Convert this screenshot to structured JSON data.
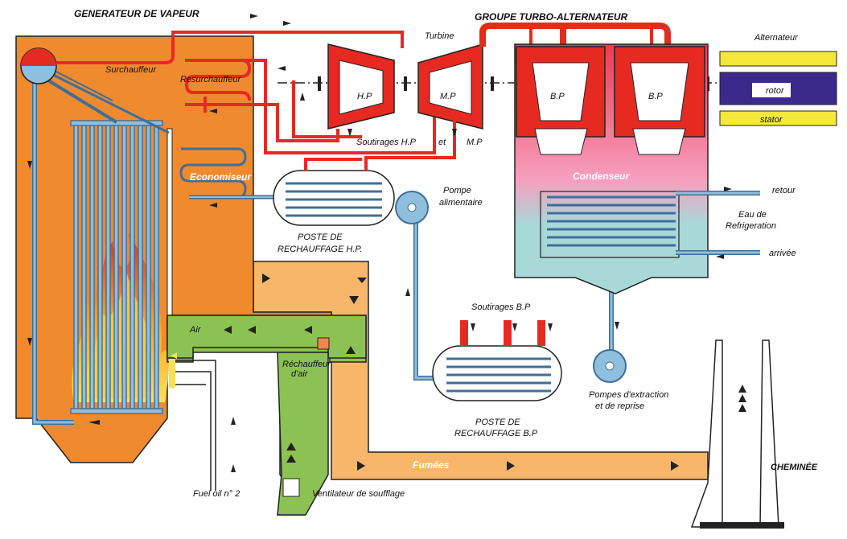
{
  "titles": {
    "steam_generator": "GENERATEUR DE VAPEUR",
    "turbo_group": "GROUPE TURBO-ALTERNATEUR"
  },
  "labels": {
    "turbine": "Turbine",
    "alternator": "Alternateur",
    "rotor": "rotor",
    "stator": "stator",
    "superheater": "Surchauffeur",
    "reheater": "Resurchauffeur",
    "economizer": "Economiseur",
    "hp": "H.P",
    "mp": "M.P",
    "bp1": "B.P",
    "bp2": "B.P",
    "extraction_hp": "Soutirages H.P",
    "extraction_et": "et",
    "extraction_mp": "M.P",
    "feed_pump_1": "Pompe",
    "feed_pump_2": "alimentaire",
    "hp_heater_1": "POSTE DE",
    "hp_heater_2": "RECHAUFFAGE H.P.",
    "condenser": "Condenseur",
    "return": "retour",
    "cooling_1": "Eau de",
    "cooling_2": "Refrigeration",
    "inlet": "arrivée",
    "extraction_bp": "Soutirages B.P",
    "lp_heater_1": "POSTE DE",
    "lp_heater_2": "RECHAUFFAGE B.P",
    "extraction_pumps_1": "Pompes d'extraction",
    "extraction_pumps_2": "et de reprise",
    "air": "Air",
    "air_heater_1": "Réchauffeur",
    "air_heater_2": "d'air",
    "flue_gas": "Fumées",
    "chimney": "CHEMINÉE",
    "fuel": "Fuel oil n° 2",
    "fan": "Ventilateur de soufflage"
  },
  "colors": {
    "boiler": "#ef8a2e",
    "flue": "#f7b66a",
    "steam": "#e62a22",
    "water": "#8fbfdc",
    "water_dark": "#3f6f98",
    "air": "#8cc153",
    "rotor": "#3b2a8c",
    "stator": "#f4e83a",
    "condenser_top": "#f0507a",
    "condenser_bottom": "#a8d8d8"
  }
}
